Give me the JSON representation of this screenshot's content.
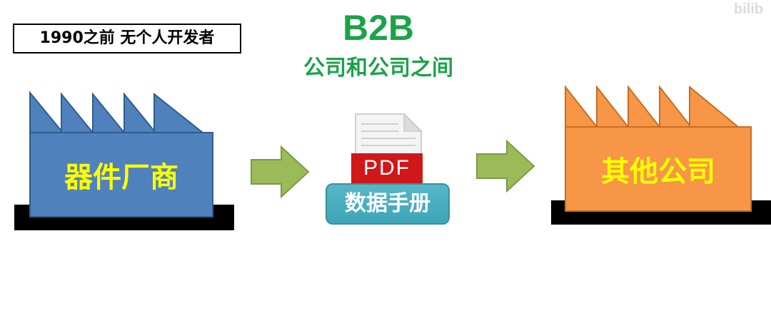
{
  "era_label": "1990之前 无个人开发者",
  "title": "B2B",
  "subtitle": "公司和公司之间",
  "watermark": "bilib",
  "left_factory": {
    "label": "器件厂商",
    "color": "#4f81bd",
    "text_color": "#ffff00"
  },
  "right_factory": {
    "label": "其他公司",
    "color": "#f79646",
    "text_color": "#ffff00"
  },
  "arrow_color": "#9bbb59",
  "document": {
    "badge": "PDF",
    "badge_color": "#d01818",
    "label": "数据手册",
    "label_color": "#4bacc6"
  },
  "title_color": "#1aa34a"
}
